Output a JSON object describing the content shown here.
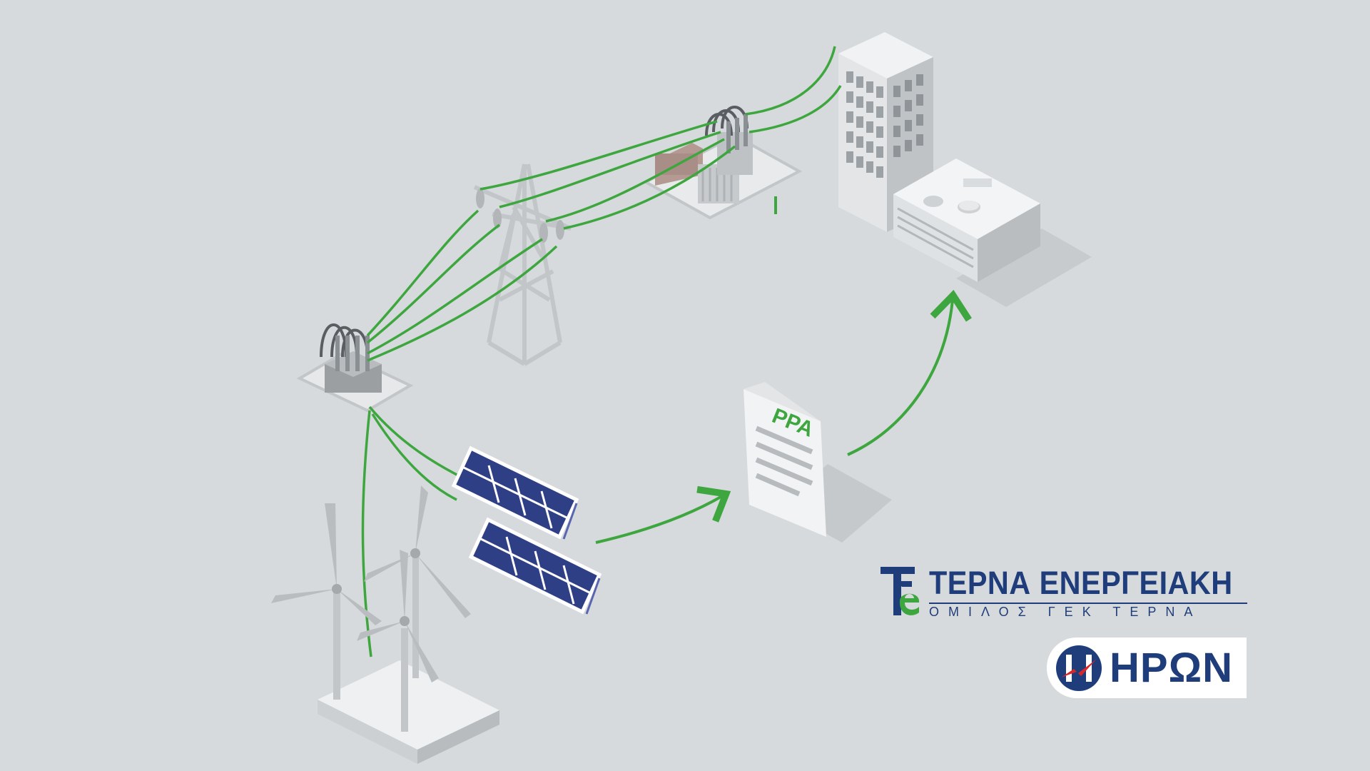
{
  "document": {
    "label": "PPA"
  },
  "logos": {
    "terna": {
      "title": "ΤΕΡΝΑ ΕΝΕΡΓΕΙΑΚΗ",
      "subtitle": "ΟΜΙΛΟΣ ΓΕΚ ΤΕΡΝΑ"
    },
    "heron": {
      "name": "ΗΡΩΝ"
    }
  },
  "colors": {
    "background": "#d6dadc",
    "connection_line": "#3ea63e",
    "brand_blue": "#1f3d7a",
    "brand_red": "#d8262a",
    "solar_panel": "#2e3f86"
  },
  "icons": [
    "wind-turbine-icon",
    "solar-panel-icon",
    "substation-icon",
    "transmission-tower-icon",
    "office-building-icon",
    "document-icon",
    "arrow-icon"
  ]
}
